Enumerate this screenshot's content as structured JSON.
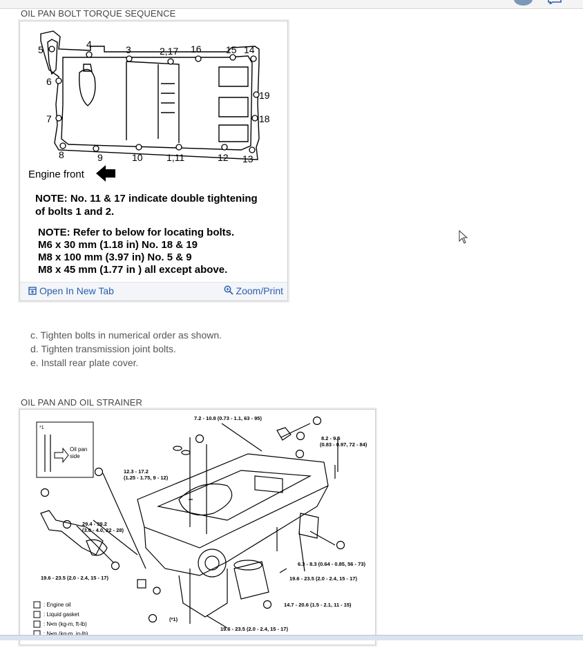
{
  "sections": [
    {
      "title": "OIL PAN BOLT TORQUE SEQUENCE"
    },
    {
      "title": "OIL PAN AND OIL STRAINER"
    }
  ],
  "figure1": {
    "bolt_labels": [
      "5",
      "4",
      "3",
      "2,17",
      "16",
      "15",
      "14",
      "6",
      "19",
      "7",
      "18",
      "8",
      "9",
      "10",
      "1,11",
      "12",
      "13"
    ],
    "engine_front": "Engine front",
    "note1_line1": "NOTE:    No. 11 & 17 indicate double tightening",
    "note1_line2": "of bolts 1 and 2.",
    "note2_line1": "NOTE:   Refer to below for locating bolts.",
    "note2_line2": "M6 x 30 mm (1.18 in)    No. 18 & 19",
    "note2_line3": "M8 x 100 mm (3.97 in) No. 5 & 9",
    "note2_line4": "M8 x 45 mm (1.77 in ) all except above."
  },
  "figure2": {
    "inset_mark": "*1",
    "inset_label1": "Oil pan",
    "inset_label2": "side",
    "torque1": "7.2 - 10.8 (0.73 - 1.1, 63 - 95)",
    "torque2a": "8.2 - 9.5",
    "torque2b": "(0.83 - 0.97, 72 - 84)",
    "torque3a": "12.3 - 17.2",
    "torque3b": "(1.25 - 1.75, 9 - 12)",
    "torque4a": "29.4 - 39.2",
    "torque4b": "(3.0 - 4.0, 22 - 28)",
    "torque5": "19.6 - 23.5 (2.0 - 2.4, 15 - 17)",
    "torque6": "6.3 - 8.3 (0.64 - 0.85, 56 - 73)",
    "torque7": "19.6 - 23.5 (2.0 - 2.4, 15 - 17)",
    "torque8": "14.7 - 20.6 (1.5 - 2.1, 11 - 15)",
    "torque9": "19.6 - 23.5 (2.0 - 2.4, 15 - 17)",
    "ref_star": "(*1)",
    "legend1": ": Engine oil",
    "legend2": ": Liquid gasket",
    "legend3": ": N•m (kg-m, ft-lb)",
    "legend4": ": N•m (kg-m, in-lb)"
  },
  "footer": {
    "open_label": "Open In New Tab",
    "zoom_label": "Zoom/Print"
  },
  "steps": [
    "c. Tighten bolts in numerical order as shown.",
    "d. Tighten transmission joint bolts.",
    "e. Install rear plate cover."
  ],
  "colors": {
    "link": "#2a5db0",
    "accent_avatar": "#7a98b8"
  }
}
